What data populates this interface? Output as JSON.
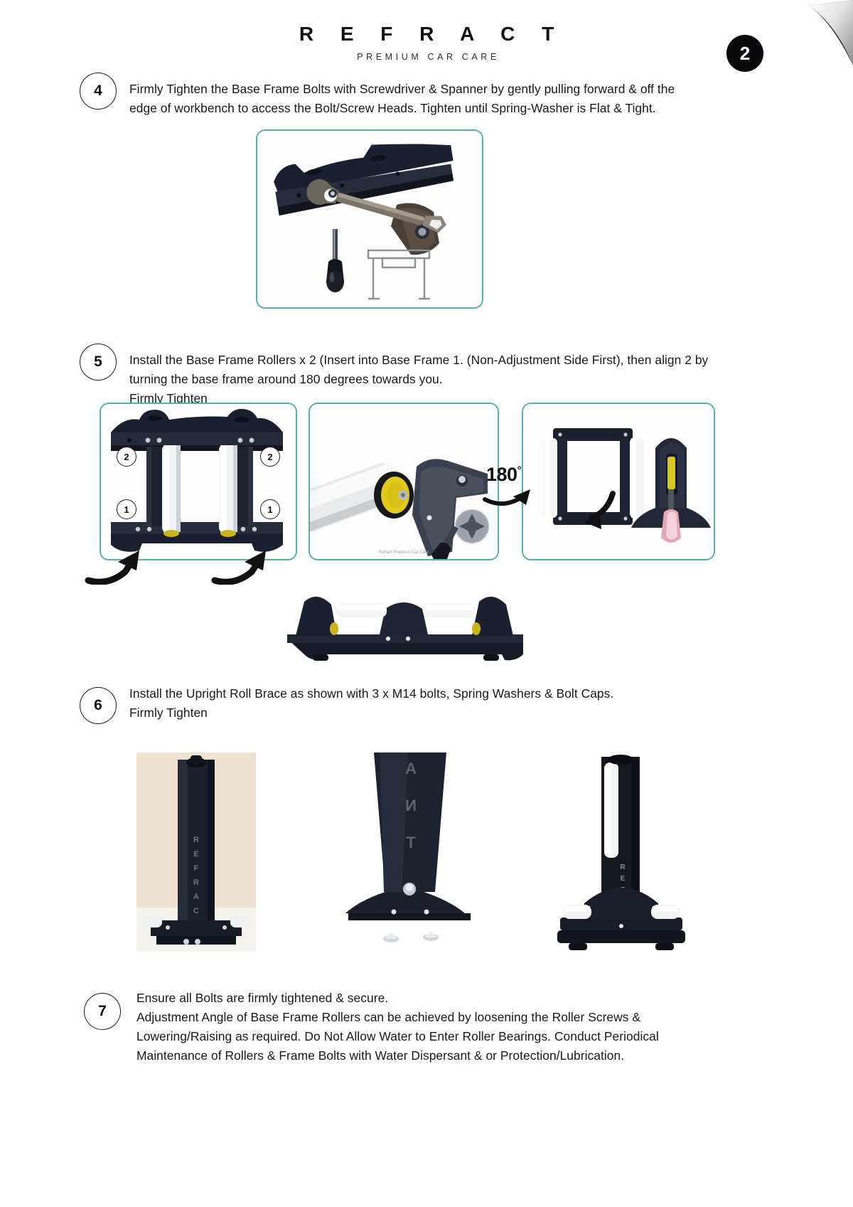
{
  "brand": {
    "name": "R E F R A C T",
    "tagline": "PREMIUM CAR CARE"
  },
  "page": {
    "number": "2"
  },
  "steps": [
    {
      "number": "4",
      "lines": [
        "Firmly Tighten the Base Frame Bolts with Screwdriver & Spanner by gently pulling forward & off the",
        "edge of workbench to access the Bolt/Screw Heads. Tighten until Spring-Washer is Flat & Tight."
      ]
    },
    {
      "number": "5",
      "lines": [
        "Install the Base Frame Rollers x 2 (Insert into Base Frame 1. (Non-Adjustment Side First), then align 2 by",
        "turning the base frame around 180 degrees towards you.",
        "Firmly Tighten"
      ]
    },
    {
      "number": "6",
      "lines": [
        "Install the Upright Roll Brace as shown with 3 x M14 bolts, Spring Washers & Bolt Caps.",
        "Firmly Tighten"
      ]
    },
    {
      "number": "7",
      "lines": [
        "Ensure all Bolts are firmly tightened & secure.",
        "Adjustment Angle of Base Frame Rollers can be achieved by loosening the Roller Screws &",
        "Lowering/Raising as required. Do Not Allow Water to Enter Roller Bearings. Conduct Periodical",
        "Maintenance of Rollers & Frame Bolts with Water Dispersant & or Protection/Lubrication."
      ]
    }
  ],
  "callouts": {
    "left_top": "2",
    "left_bottom": "1",
    "right_top": "2",
    "right_bottom": "1"
  },
  "rotation": {
    "value": "180",
    "unit": "°"
  },
  "watermark": {
    "text": "Refract Premium Car Care"
  },
  "upright_text": {
    "vertical_brand": "REFRACT"
  },
  "colors": {
    "panel_border": "#57b1a7",
    "badge_bg": "#09090b",
    "text": "#16181c",
    "metal_dark": "#1e2330",
    "bearing_yellow": "#e8d21f"
  }
}
